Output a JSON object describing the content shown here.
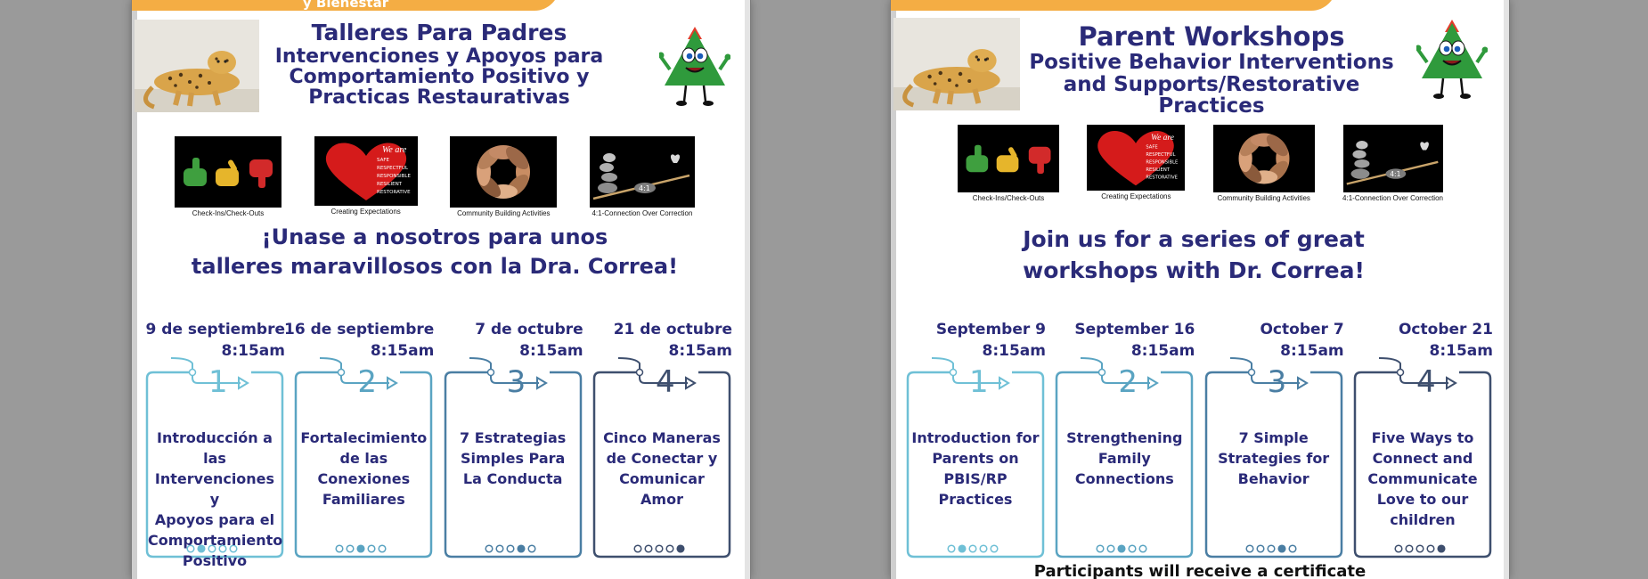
{
  "colors": {
    "navy": "#2a2a78",
    "banner": "#f4ad44",
    "step1": "#6fc0d6",
    "step2": "#5aa4c2",
    "step3": "#4a7ea3",
    "step4": "#3e4f6e"
  },
  "icons": [
    "cheetah-photo",
    "triangle-mascot",
    "thumbs-icon",
    "heart-icon",
    "hands-icon",
    "balance-icon"
  ],
  "spanish": {
    "banner": "y Bienestar",
    "title": "Talleres Para Padres",
    "subtitle": "Intervenciones y Apoyos para\nComportamiento Positivo y\nPracticas Restaurativas",
    "thumbnails": [
      {
        "caption": "Check-Ins/Check-Outs"
      },
      {
        "caption": "Creating Expectations",
        "heart_text": [
          "We are",
          "SAFE",
          "RESPECTFUL",
          "RESPONSIBLE",
          "RESILIENT",
          "RESTORATIVE"
        ]
      },
      {
        "caption": "Community Building Activities"
      },
      {
        "caption": "4:1-Connection Over Correction",
        "ratio": "4:1"
      }
    ],
    "invite": "¡Unase a nosotros para unos\ntalleres maravillosos con la Dra. Correa!",
    "workshops": [
      {
        "date": "9 de septiembre",
        "time": "8:15am",
        "number": "1",
        "topic": "Introducción a las\nIntervenciones y\nApoyos para el\nComportamiento\nPositivo",
        "dot": 1
      },
      {
        "date": "16 de septiembre",
        "time": "8:15am",
        "number": "2",
        "topic": "Fortalecimiento\nde las\nConexiones\nFamiliares",
        "dot": 2
      },
      {
        "date": "7 de octubre",
        "time": "8:15am",
        "number": "3",
        "topic": "7 Estrategias\nSimples Para\nLa Conducta",
        "dot": 3
      },
      {
        "date": "21 de octubre",
        "time": "8:15am",
        "number": "4",
        "topic": "Cinco Maneras\nde Conectar y\nComunicar\nAmor",
        "dot": 4
      }
    ]
  },
  "english": {
    "title": "Parent Workshops",
    "subtitle": "Positive Behavior Interventions\nand Supports/Restorative\nPractices",
    "thumbnails": [
      {
        "caption": "Check-Ins/Check-Outs"
      },
      {
        "caption": "Creating Expectations",
        "heart_text": [
          "We are",
          "SAFE",
          "RESPECTFUL",
          "RESPONSIBLE",
          "RESILIENT",
          "RESTORATIVE"
        ]
      },
      {
        "caption": "Community Building Activities"
      },
      {
        "caption": "4:1-Connection Over Correction",
        "ratio": "4:1"
      }
    ],
    "invite": "Join us for a series of great\nworkshops with Dr. Correa!",
    "workshops": [
      {
        "date": "September 9",
        "time": "8:15am",
        "number": "1",
        "topic": "Introduction for\nParents on\nPBIS/RP\nPractices",
        "dot": 1
      },
      {
        "date": "September 16",
        "time": "8:15am",
        "number": "2",
        "topic": "Strengthening\nFamily\nConnections",
        "dot": 2
      },
      {
        "date": "October 7",
        "time": "8:15am",
        "number": "3",
        "topic": "7 Simple\nStrategies for\nBehavior",
        "dot": 3
      },
      {
        "date": "October 21",
        "time": "8:15am",
        "number": "4",
        "topic": "Five Ways to\nConnect and\nCommunicate\nLove to our\nchildren",
        "dot": 4
      }
    ],
    "footer": "Participants will receive a certificate"
  }
}
